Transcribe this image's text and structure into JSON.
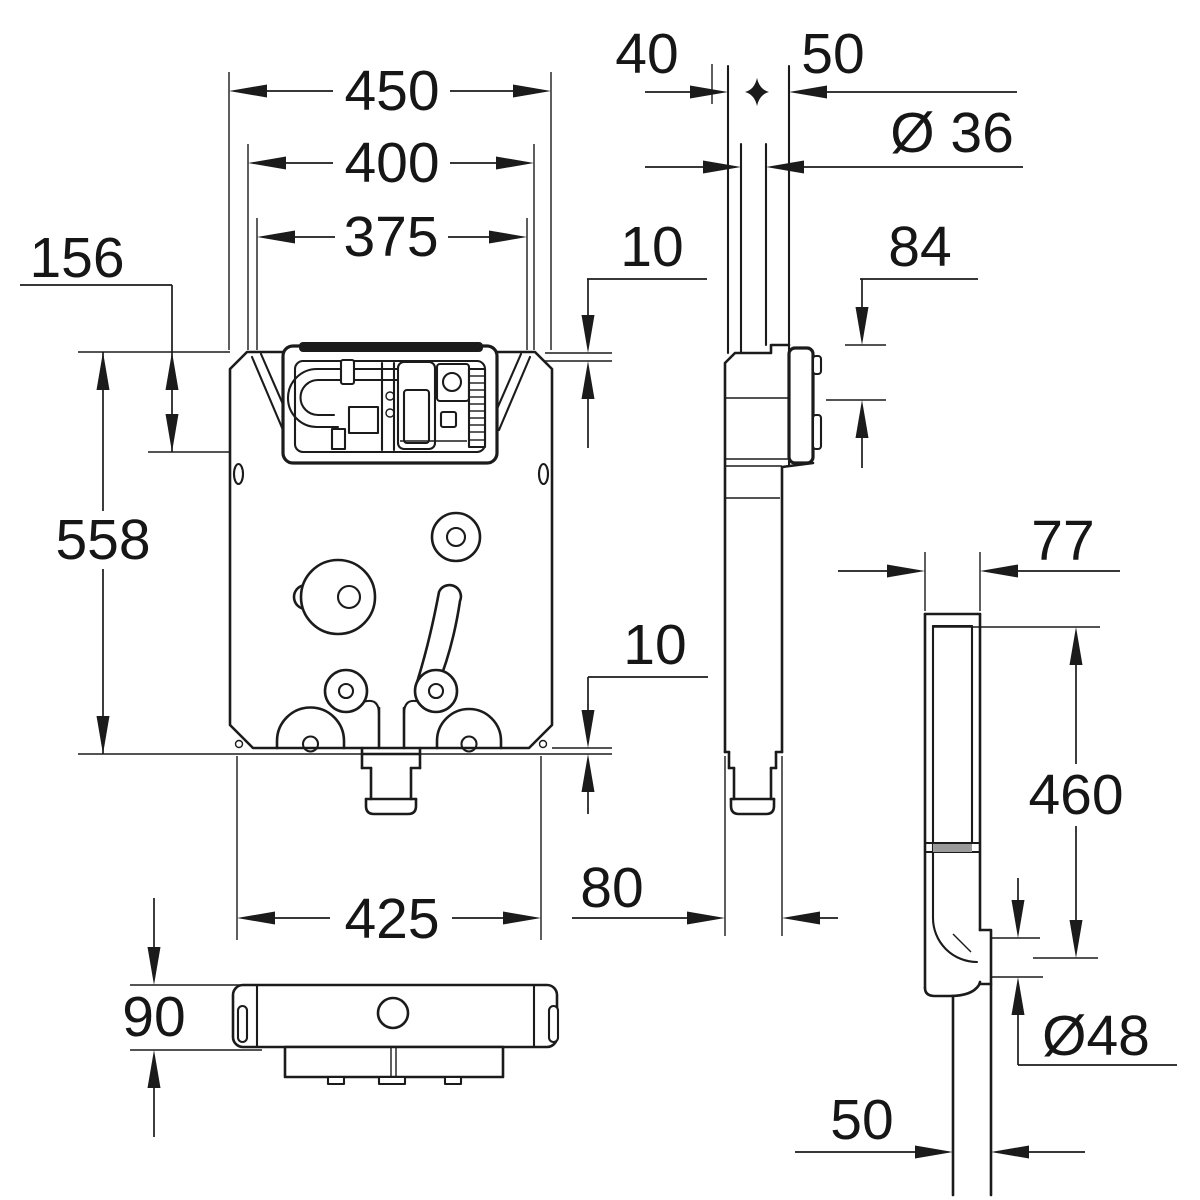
{
  "drawing": {
    "background": "#ffffff",
    "ink_color": "#1b1b1b",
    "description": "black-and-white technical installation drawing of a concealed cistern shown in front view, side view, bottom view and flush-pipe view with dimension callouts"
  },
  "dimensions": {
    "width_overall": "450",
    "width_frame": "400",
    "width_inner": "375",
    "inspection_box_height": "156",
    "body_height": "558",
    "pipe_offset_left": "40",
    "pipe_offset_right": "50",
    "supply_pipe_diameter": "Ø 36",
    "wall_gap_top": "10",
    "inspection_box_depth": "84",
    "wall_gap_bottom": "10",
    "outlet_depth": "80",
    "base_width": "425",
    "base_depth": "90",
    "flush_pipe_width": "77",
    "flush_pipe_height": "460",
    "outlet_elbow_diameter": "Ø48",
    "down_pipe_width": "50"
  }
}
